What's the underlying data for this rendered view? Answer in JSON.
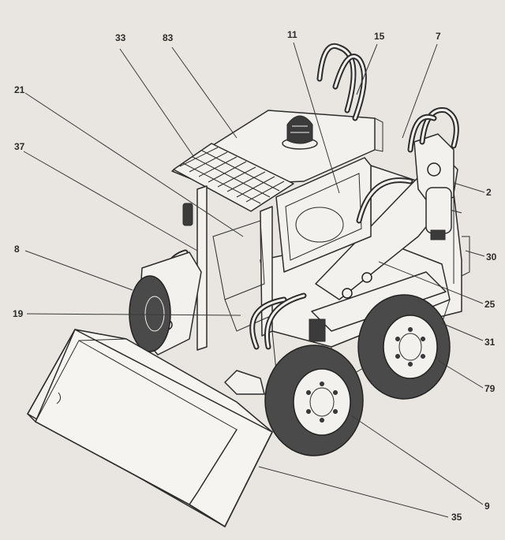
{
  "callouts": [
    {
      "id": "c33",
      "text": "33"
    },
    {
      "id": "c83",
      "text": "83"
    },
    {
      "id": "c11",
      "text": "11"
    },
    {
      "id": "c15",
      "text": "15"
    },
    {
      "id": "c7",
      "text": "7"
    },
    {
      "id": "c21",
      "text": "21"
    },
    {
      "id": "c37",
      "text": "37"
    },
    {
      "id": "c2",
      "text": "2"
    },
    {
      "id": "c8",
      "text": "8"
    },
    {
      "id": "c30",
      "text": "30"
    },
    {
      "id": "c25",
      "text": "25"
    },
    {
      "id": "c19",
      "text": "19"
    },
    {
      "id": "c31",
      "text": "31"
    },
    {
      "id": "c79",
      "text": "79"
    },
    {
      "id": "c9",
      "text": "9"
    },
    {
      "id": "c35",
      "text": "35"
    }
  ],
  "colors": {
    "paper": "#e9e6e1",
    "ink": "#2c2c2c"
  }
}
